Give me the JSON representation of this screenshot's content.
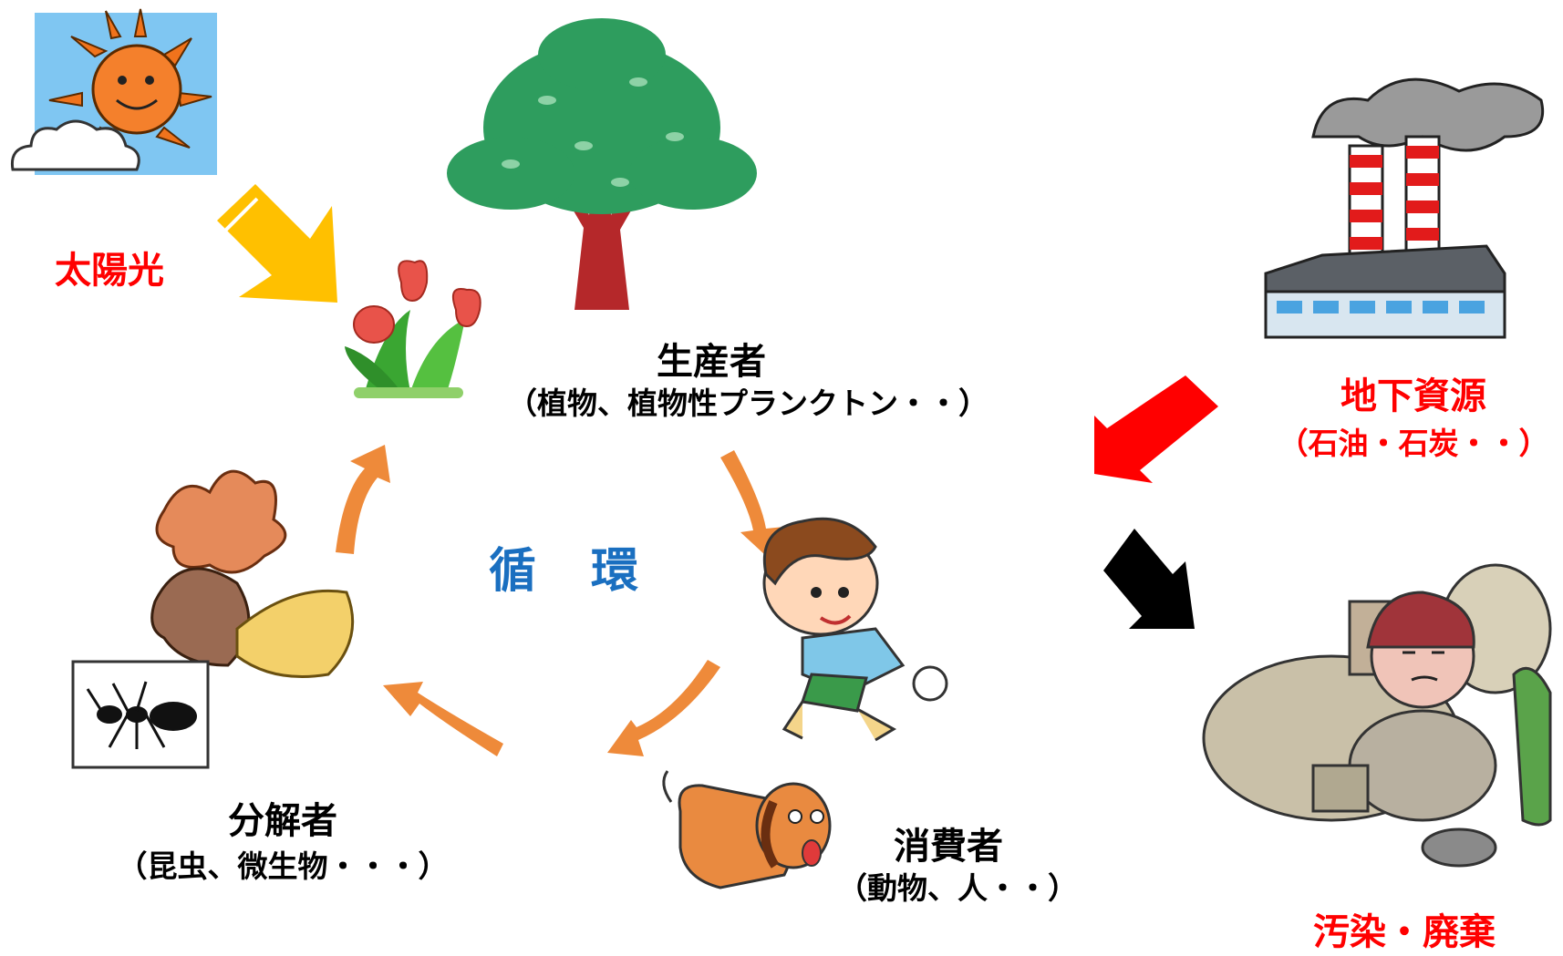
{
  "labels": {
    "sunlight": "太陽光",
    "producer_title": "生産者",
    "producer_sub": "（植物、植物性プランクトン・・）",
    "consumer_title": "消費者",
    "consumer_sub": "（動物、人・・）",
    "decomposer_title": "分解者",
    "decomposer_sub": "（昆虫、微生物・・・）",
    "cycle": "循　環",
    "resource_title": "地下資源",
    "resource_sub": "（石油・石炭・・）",
    "pollution": "汚染・廃棄"
  },
  "colors": {
    "cycle_arrow": "#ee8a3a",
    "sun_arrow": "#ffc000",
    "resource_arrow": "#ff0000",
    "pollution_arrow": "#000000",
    "red_text": "#ff0000",
    "blue_text": "#1a6fc0"
  }
}
